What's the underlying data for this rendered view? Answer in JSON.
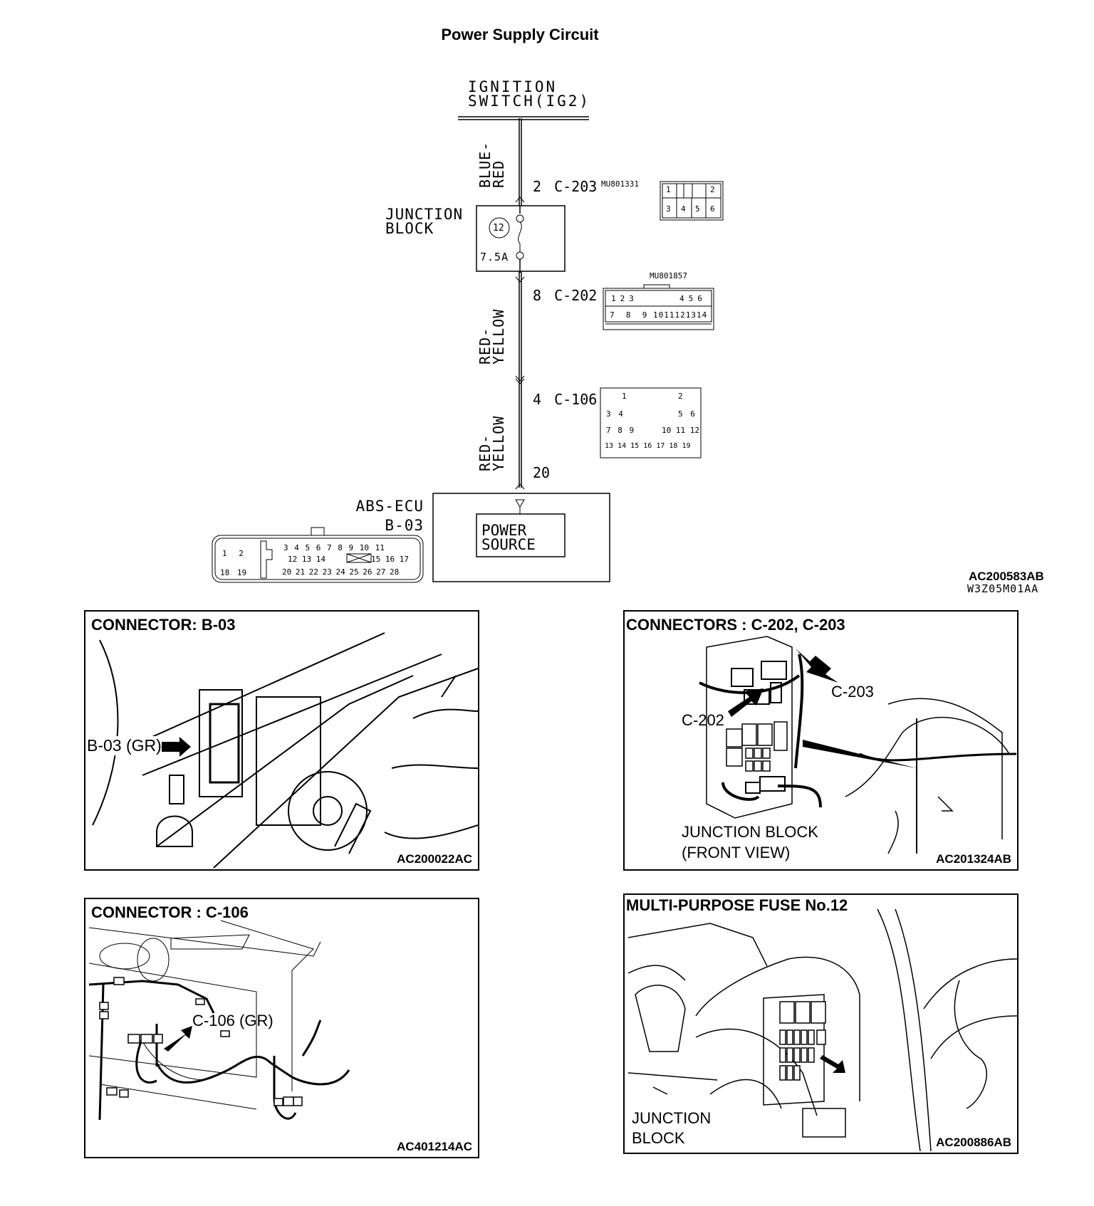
{
  "title": "Power Supply Circuit",
  "circuit": {
    "source": {
      "line1": "IGNITION",
      "line2": "SWITCH(IG2)"
    },
    "wires": [
      {
        "color_line1": "BLUE-",
        "color_line2": "RED"
      },
      {
        "color_line1": "RED-",
        "color_line2": "YELLOW"
      },
      {
        "color_line1": "RED-",
        "color_line2": "YELLOW"
      }
    ],
    "connectors": [
      {
        "pin": "2",
        "id": "C-203",
        "part_no": "MU801331",
        "pins": [
          "1",
          "2",
          "3",
          "4",
          "5",
          "6"
        ]
      },
      {
        "pin": "8",
        "id": "C-202",
        "part_no": "MU801857",
        "pins": [
          "1",
          "2",
          "3",
          "4",
          "5",
          "6",
          "7",
          "8",
          "9",
          "10",
          "11",
          "12",
          "13",
          "14"
        ]
      },
      {
        "pin": "4",
        "id": "C-106",
        "pins": [
          "1",
          "2",
          "3",
          "4",
          "5",
          "6",
          "7",
          "8",
          "9",
          "10",
          "11",
          "12",
          "13",
          "14",
          "15",
          "16",
          "17",
          "18",
          "19"
        ]
      }
    ],
    "junction_block": {
      "line1": "JUNCTION",
      "line2": "BLOCK",
      "fuse_no": "12",
      "rating": "7.5A"
    },
    "ecu": {
      "name": "ABS-ECU",
      "connector": "B-03",
      "pin": "20",
      "block_line1": "POWER",
      "block_line2": "SOURCE",
      "pins": [
        "1",
        "2",
        "18",
        "19",
        "3",
        "4",
        "5",
        "6",
        "7",
        "8",
        "9",
        "10",
        "11",
        "12",
        "13",
        "14",
        "15",
        "16",
        "17",
        "20",
        "21",
        "22",
        "23",
        "24",
        "25",
        "26",
        "27",
        "28"
      ]
    },
    "ref_code": "AC200583AB",
    "ref_code2": "W3Z05M01AA"
  },
  "panels": [
    {
      "title": "CONNECTOR: B-03",
      "callouts": [
        "B-03 (GR)"
      ],
      "code": "AC200022AC"
    },
    {
      "title": "CONNECTORS : C-202, C-203",
      "callouts": [
        "C-203",
        "C-202",
        "JUNCTION BLOCK",
        "(FRONT VIEW)"
      ],
      "code": "AC201324AB"
    },
    {
      "title": "CONNECTOR : C-106",
      "callouts": [
        "C-106 (GR)"
      ],
      "code": "AC401214AC"
    },
    {
      "title": "MULTI-PURPOSE FUSE No.12",
      "callouts": [
        "JUNCTION",
        "BLOCK"
      ],
      "code": "AC200886AB"
    }
  ]
}
